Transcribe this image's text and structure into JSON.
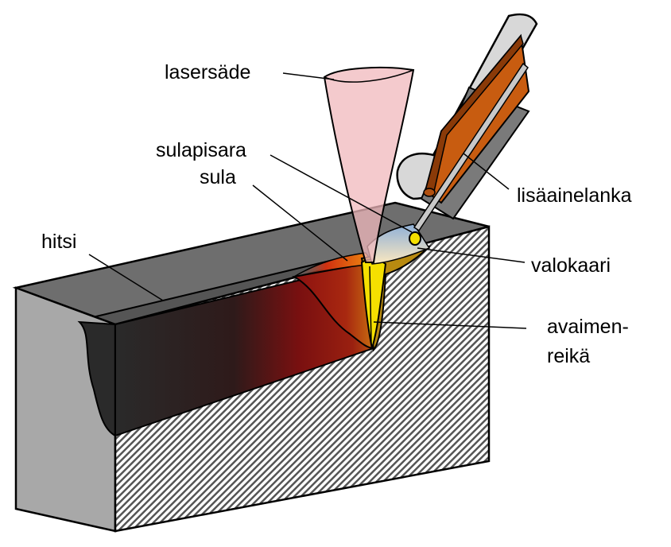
{
  "labels": {
    "laser_beam": "lasersäde",
    "droplet": "sulapisara",
    "melt": "sula",
    "weld": "hitsi",
    "filler_wire": "lisäainelanka",
    "arc": "valokaari",
    "keyhole_1": "avaimen-",
    "keyhole_2": "reikä"
  },
  "colors": {
    "block_top": "#6e6e6e",
    "block_side": "#a8a8a8",
    "weld_dark": "#2a2a2a",
    "melt_red": "#8b1010",
    "melt_orange": "#e07a10",
    "keyhole_yellow": "#f5e000",
    "laser_pink": "#f0b8bc",
    "torch_copper": "#c85c10",
    "torch_gray": "#d8d8d8"
  }
}
